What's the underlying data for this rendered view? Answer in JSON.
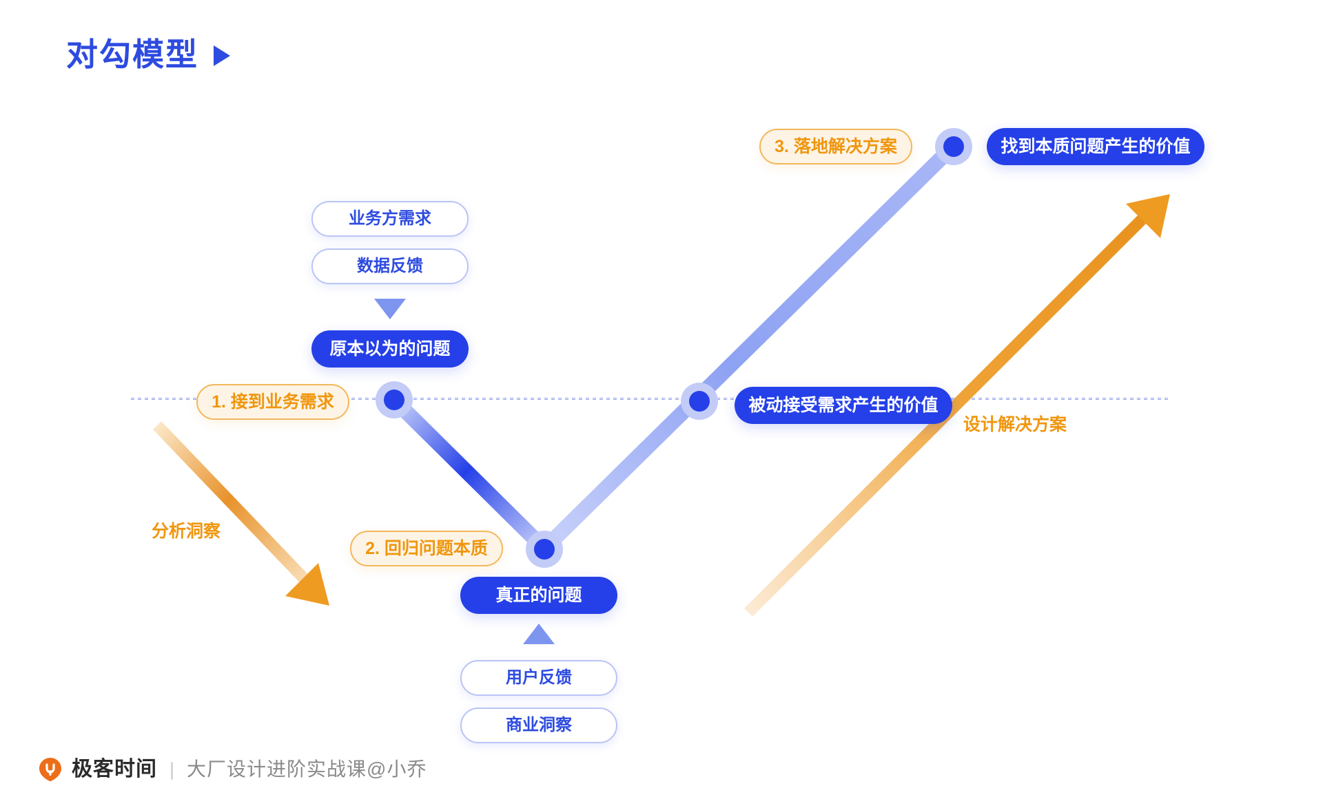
{
  "header": {
    "title": "对勾模型",
    "triangle_icon": "play-triangle-icon"
  },
  "colors": {
    "brand_blue": "#2540E8",
    "title_blue": "#2D4BE0",
    "light_blue": "#C3CBF7",
    "line_blue": "#7E95F0",
    "orange": "#F0960E",
    "orange_soft": "#F3B75A",
    "orange_bg": "#FDF4E6",
    "footer_gray": "#8A8A8A"
  },
  "steps": [
    {
      "id": "step-1",
      "label": "1. 接到业务需求"
    },
    {
      "id": "step-2",
      "label": "2. 回归问题本质"
    },
    {
      "id": "step-3",
      "label": "3. 落地解决方案"
    }
  ],
  "value_pills": [
    {
      "id": "value-passive",
      "label": "被动接受需求产生的价值"
    },
    {
      "id": "value-essential",
      "label": "找到本质问题产生的价值"
    }
  ],
  "problem_nodes": [
    {
      "id": "assumed-problem",
      "label": "原本以为的问题"
    },
    {
      "id": "real-problem",
      "label": "真正的问题"
    }
  ],
  "input_groups": {
    "assumed": [
      {
        "id": "business-demand",
        "label": "业务方需求"
      },
      {
        "id": "data-feedback",
        "label": "数据反馈"
      }
    ],
    "real": [
      {
        "id": "user-feedback",
        "label": "用户反馈"
      },
      {
        "id": "business-insight",
        "label": "商业洞察"
      }
    ]
  },
  "arrow_labels": [
    {
      "id": "analysis-insight",
      "label": "分析洞察"
    },
    {
      "id": "design-solution",
      "label": "设计解决方案"
    }
  ],
  "footer": {
    "logo_icon": "geekbang-logo-icon",
    "brand": "极客时间",
    "separator": "|",
    "course": "大厂设计进阶实战课@小乔"
  }
}
